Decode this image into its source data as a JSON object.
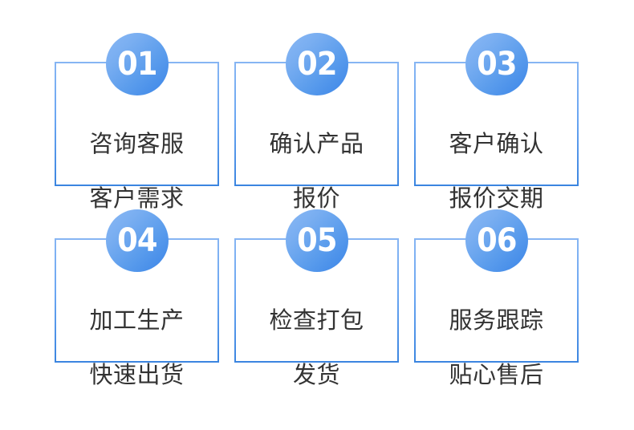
{
  "infographic": {
    "title": "",
    "colors": {
      "border_light": "#7db0f2",
      "border_dark": "#3b85e0",
      "badge_light": "#8ab8f4",
      "badge_dark": "#3b85e8",
      "text": "#333333",
      "number_text": "#ffffff",
      "background": "#ffffff"
    },
    "steps": [
      {
        "number": "01",
        "lines": [
          "咨询客服",
          "客户需求"
        ],
        "align": "left"
      },
      {
        "number": "02",
        "lines": [
          "确认产品",
          "报价"
        ],
        "align": "center"
      },
      {
        "number": "03",
        "lines": [
          "客户确认",
          "报价交期"
        ],
        "align": "left"
      },
      {
        "number": "04",
        "lines": [
          "加工生产",
          "快速出货"
        ],
        "align": "left"
      },
      {
        "number": "05",
        "lines": [
          "检查打包",
          "发货"
        ],
        "align": "center"
      },
      {
        "number": "06",
        "lines": [
          "服务跟踪",
          "贴心售后"
        ],
        "align": "left"
      }
    ]
  }
}
